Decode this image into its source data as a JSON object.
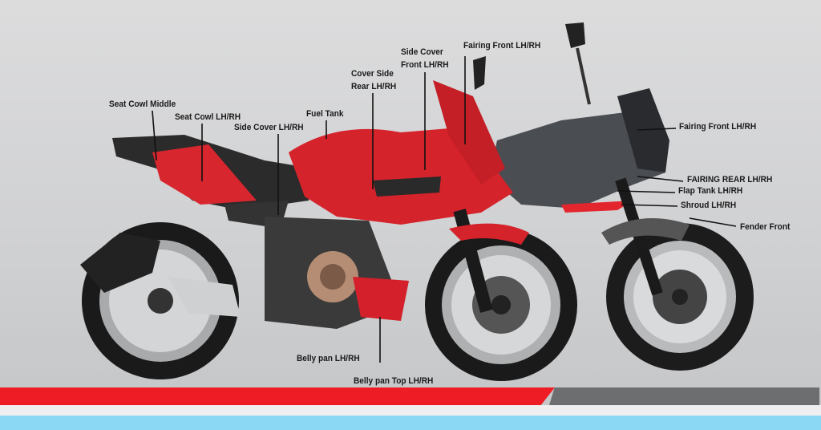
{
  "labels": {
    "seat_cowl_middle": "Seat Cowl Middle",
    "seat_cowl": "Seat Cowl LH/RH",
    "side_cover": "Side Cover LH/RH",
    "fuel_tank": "Fuel Tank",
    "cover_side_rear": "Cover Side Rear LH/RH",
    "side_cover_front": "Side Cover Front LH/RH",
    "fairing_front_top": "Fairing Front LH/RH",
    "fairing_front_right": "Fairing Front LH/RH",
    "fairing_rear": "FAIRING REAR LH/RH",
    "flap_tank": "Flap Tank LH/RH",
    "shroud": "Shroud LH/RH",
    "fender_front": "Fender Front",
    "belly_pan": "Belly pan LH/RH",
    "belly_pan_top": "Belly pan Top LH/RH"
  },
  "colors": {
    "accent_red": "#ee1c25",
    "band_gray": "#6d6e70",
    "band_blue": "#8ad8f4"
  }
}
